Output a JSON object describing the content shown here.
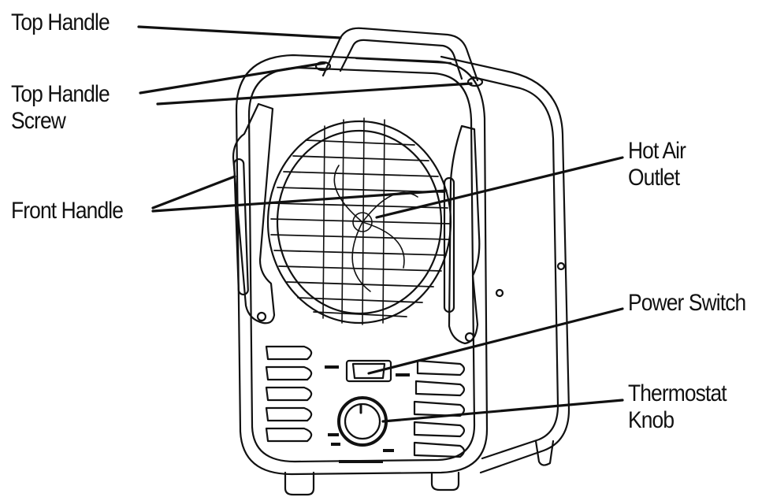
{
  "labels": {
    "top_handle": "Top Handle",
    "top_handle_screw_1": "Top Handle",
    "top_handle_screw_2": "Screw",
    "front_handle": "Front Handle",
    "hot_air_1": "Hot Air",
    "hot_air_2": "Outlet",
    "power_switch": "Power Switch",
    "thermostat_1": "Thermostat",
    "thermostat_2": "Knob"
  },
  "colors": {
    "ink": "#111111",
    "body": "#ffffff"
  }
}
